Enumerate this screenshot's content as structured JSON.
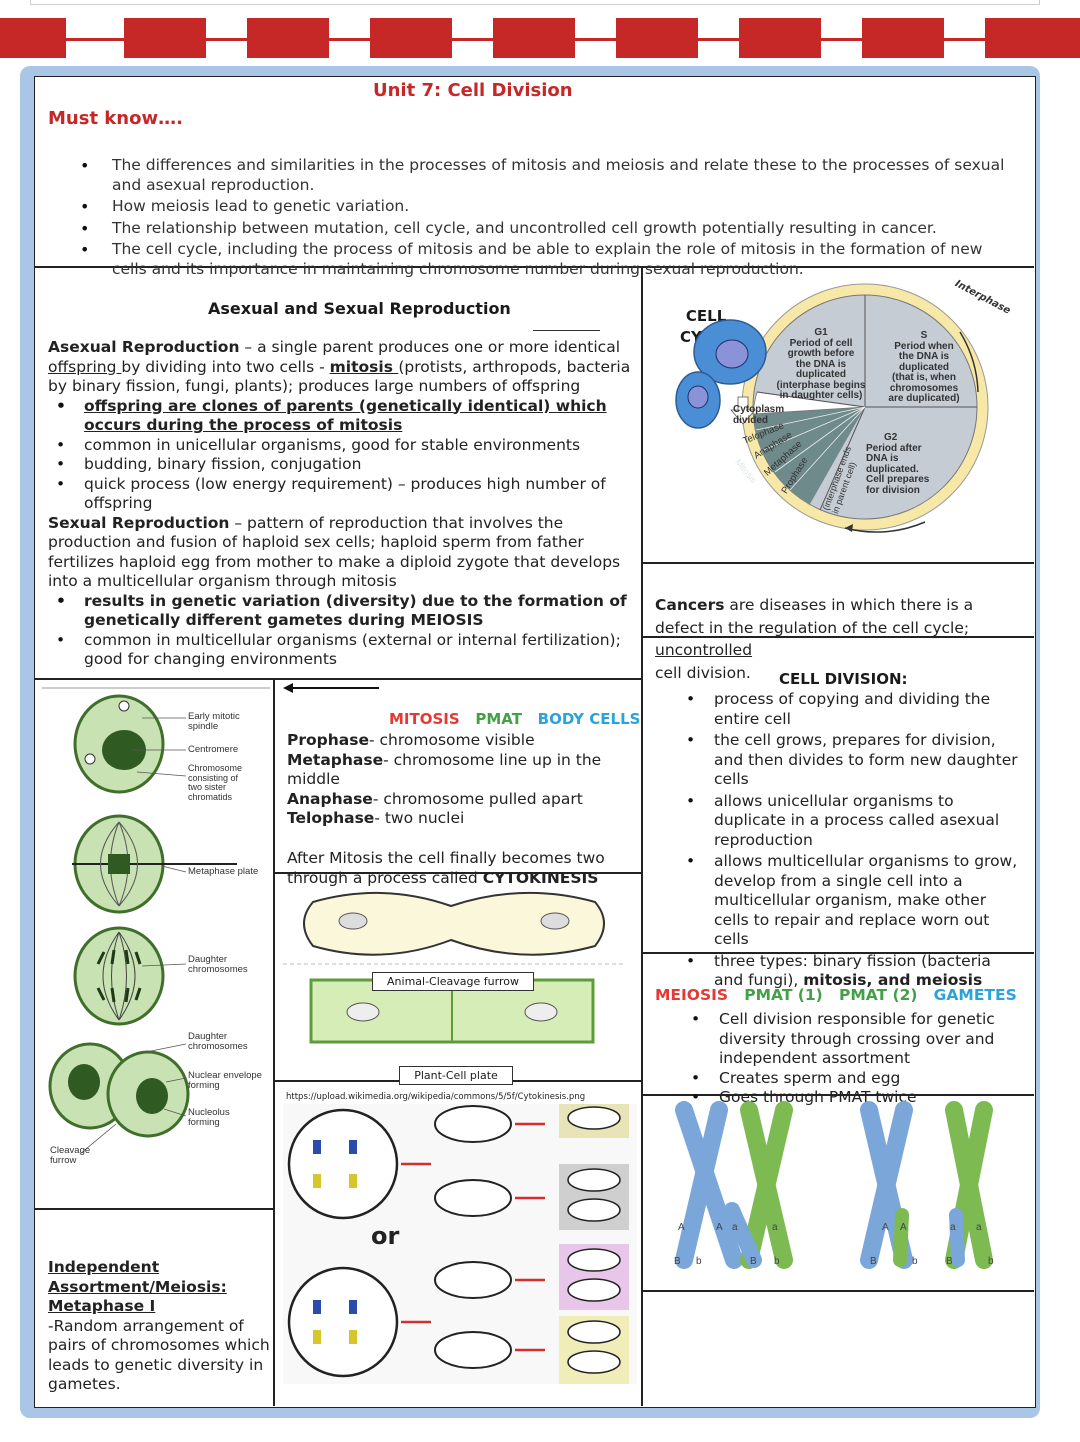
{
  "header": {
    "title": "Unit 7: Cell Division",
    "must_know": "Must know….",
    "must_know_items": [
      "The differences and similarities in the processes of mitosis and meiosis and relate these to the processes of sexual and asexual reproduction.",
      "How meiosis lead to genetic variation.",
      "The relationship between mutation, cell cycle, and uncontrolled cell growth potentially resulting in cancer.",
      "The cell cycle, including the process of mitosis and be able to explain the role of mitosis in the formation of new cells and its importance in maintaining chromosome number during sexual reproduction."
    ]
  },
  "reproduction": {
    "heading": "Asexual and Sexual Reproduction",
    "asexual_term": "Asexual Reproduction",
    "asexual_def_1": " – a single parent produces one or more identical ",
    "asexual_offspring": "offspring ",
    "asexual_def_2": "by dividing into two cells - ",
    "asexual_mitosis": "mitosis ",
    "asexual_def_3": "(protists, arthropods, bacteria by binary fission, fungi, plants); produces large numbers of offspring",
    "asexual_points": [
      "offspring are clones of parents (genetically identical) which occurs during the process of mitosis",
      "common in unicellular organisms, good for stable environments",
      "budding, binary fission, conjugation",
      "quick process (low energy requirement) – produces high number of offspring"
    ],
    "sexual_term": "Sexual Reproduction",
    "sexual_def": " – pattern of reproduction that involves the production and fusion of haploid sex cells; haploid sperm from father fertilizes haploid egg from mother to make a diploid zygote that develops into a multicellular organism through mitosis",
    "sexual_points": [
      "results in genetic variation (diversity) due to the formation of genetically different gametes during MEIOSIS",
      "common in multicellular organisms (external or internal fertilization); good for changing environments"
    ]
  },
  "cell_cycle": {
    "label_line1": "CELL",
    "label_line2": "CYCLE",
    "interphase": "Interphase",
    "g1_title": "G1",
    "g1_text": [
      "Period of cell",
      "growth before",
      "the DNA is",
      "duplicated",
      "(interphase begins",
      "in daughter cells)"
    ],
    "s_title": "S",
    "s_text": [
      "Period when",
      "the DNA is",
      "duplicated",
      "(that is, when",
      "chromosomes",
      "are duplicated)"
    ],
    "g2_title": "G2",
    "g2_text": [
      "Period after",
      "DNA is",
      "duplicated.",
      "Cell prepares",
      "for division"
    ],
    "cytoplasm": [
      "Cytoplasm",
      "divided"
    ],
    "phases": [
      "Telophase",
      "Anaphase",
      "Metaphase",
      "Prophase"
    ],
    "mitosis": "Mitosis",
    "ends": [
      "(interphase ends",
      "in parent cell)"
    ]
  },
  "cancer": {
    "term": "Cancers",
    "text": " are diseases in which there is a defect in the regulation of the cell cycle; ",
    "uncontrolled": "uncontrolled",
    "tail": "cell division."
  },
  "cell_division": {
    "heading": "CELL DIVISION:",
    "points": [
      "process of copying and dividing the entire cell",
      "the cell grows, prepares for division, and then divides to form new daughter cells",
      "allows unicellular organisms to duplicate in a process called asexual reproduction",
      "allows multicellular organisms to grow, develop from a single cell into a multicellular organism, make other cells to repair and replace worn out cells"
    ],
    "last_point_start": "three types: binary fission (bacteria and fungi), ",
    "last_point_bold": "mitosis, and meiosis"
  },
  "mitosis_diagram": {
    "labels": [
      "Early mitotic spindle",
      "Centromere",
      "Chromosome consisting of two sister chromatids",
      "Metaphase plate",
      "Daughter chromosomes",
      "Daughter chromosomes",
      "Nuclear envelope forming",
      "Nucleolus forming",
      "Cleavage furrow"
    ]
  },
  "mitosis": {
    "word_mitosis": "MITOSIS",
    "word_pmat": "PMAT",
    "word_body": "BODY CELLS",
    "phases": [
      {
        "name": "Prophase",
        "desc": "- chromosome visible"
      },
      {
        "name": "Metaphase",
        "desc": "- chromosome line up in the middle"
      },
      {
        "name": "Anaphase",
        "desc": "- chromosome pulled apart"
      },
      {
        "name": "Telophase",
        "desc": "- two nuclei"
      }
    ],
    "cytokinesis_text": "After Mitosis the cell finally becomes two through a process called ",
    "cytokinesis_word": "CYTOKINESIS",
    "animal_caption": "Animal-Cleavage furrow",
    "plant_caption": "Plant-Cell plate",
    "url": "https://upload.wikimedia.org/wikipedia/commons/5/5f/Cytokinesis.png",
    "or_word": "or"
  },
  "independent": {
    "title_lines": [
      "Independent",
      "Assortment/Meiosis:",
      "Metaphase I"
    ],
    "text": "-Random arrangement of pairs of chromosomes which leads to genetic diversity in gametes."
  },
  "meiosis": {
    "word_meiosis": "MEIOSIS",
    "word_pmat1": "PMAT (1)",
    "word_pmat2": "PMAT (2)",
    "word_gametes": "GAMETES",
    "points": [
      "Cell division responsible for genetic diversity through crossing over and independent assortment",
      "Creates sperm and egg",
      "Goes through PMAT twice"
    ],
    "allele_labels": [
      "A",
      "A",
      "a",
      "a",
      "B",
      "b",
      "B",
      "b",
      "A",
      "A",
      "a",
      "a",
      "B",
      "b",
      "B",
      "b"
    ]
  },
  "colors": {
    "red": "#c62828",
    "green": "#4caf50",
    "blue": "#29a3d9",
    "frame": "#a9c6e6"
  }
}
